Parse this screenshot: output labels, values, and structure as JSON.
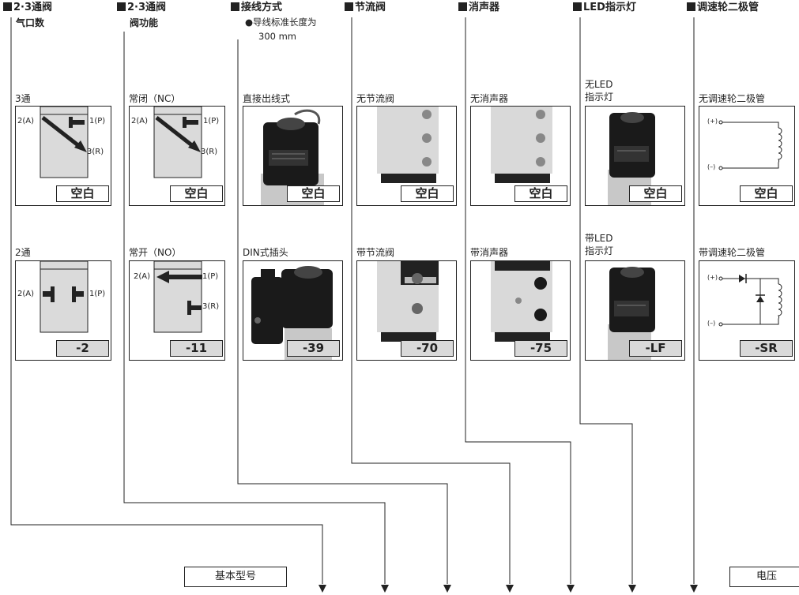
{
  "headers": {
    "ports": {
      "title": "2·3通阀",
      "sub": "气口数"
    },
    "function": {
      "title": "2·3通阀",
      "sub": "阀功能"
    },
    "wiring": {
      "title": "接线方式",
      "note1": "●导线标准长度为",
      "note2": "300 mm"
    },
    "throttle": {
      "title": "节流阀"
    },
    "silencer": {
      "title": "消声器"
    },
    "led": {
      "title": "LED指示灯"
    },
    "diode": {
      "title": "调速轮二极管"
    }
  },
  "ports": [
    {
      "label": "3通",
      "code": "空白",
      "p2": "2(A)",
      "p1": "1(P)",
      "p3": "3(R)"
    },
    {
      "label": "2通",
      "code": "-2",
      "p2": "2(A)",
      "p1": "1(P)"
    }
  ],
  "function": [
    {
      "label": "常闭（NC）",
      "code": "空白",
      "p2": "2(A)",
      "p1": "1(P)",
      "p3": "3(R)"
    },
    {
      "label": "常开（NO）",
      "code": "-11",
      "p2": "2(A)",
      "p1": "1(P)",
      "p3": "3(R)"
    }
  ],
  "wiring": [
    {
      "label": "直接出线式",
      "code": "空白"
    },
    {
      "label": "DIN式插头",
      "code": "-39"
    }
  ],
  "throttle": [
    {
      "label": "无节流阀",
      "code": "空白"
    },
    {
      "label": "带节流阀",
      "code": "-70"
    }
  ],
  "silencer": [
    {
      "label": "无消声器",
      "code": "空白"
    },
    {
      "label": "带消声器",
      "code": "-75"
    }
  ],
  "led": [
    {
      "label1": "无LED",
      "label2": "指示灯",
      "code": "空白"
    },
    {
      "label1": "带LED",
      "label2": "指示灯",
      "code": "-LF"
    }
  ],
  "diode": [
    {
      "label": "无调速轮二极管",
      "code": "空白",
      "plus": "(+)",
      "minus": "(–)"
    },
    {
      "label": "带调速轮二极管",
      "code": "-SR",
      "plus": "(+)",
      "minus": "(–)"
    }
  ],
  "footer": {
    "base_model": "基本型号",
    "voltage": "电压"
  },
  "colors": {
    "ink": "#222222",
    "code_fill": "#d9d9d9",
    "valve_body": "#dadada",
    "coil": "#1a1a1a"
  }
}
